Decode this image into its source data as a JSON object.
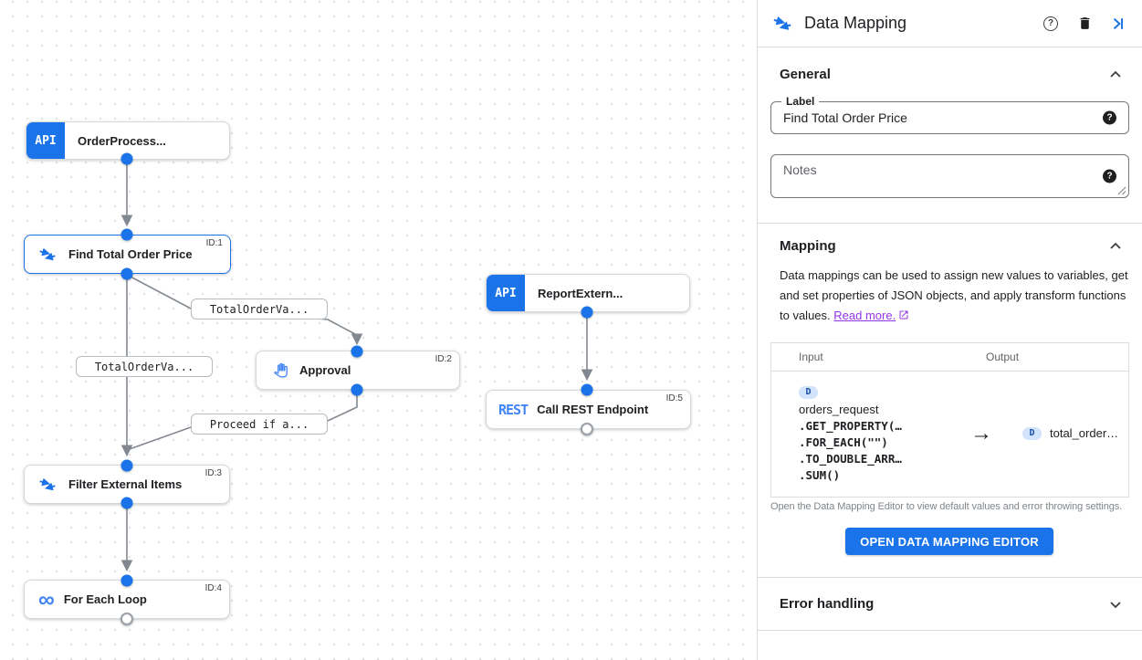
{
  "canvas": {
    "nodes": [
      {
        "type": "api-trigger",
        "badge": "API",
        "label": "OrderProcess...",
        "id_label": ""
      },
      {
        "type": "data-mapping",
        "label": "Find Total Order Price",
        "id_label": "ID:1"
      },
      {
        "type": "approval",
        "label": "Approval",
        "id_label": "ID:2"
      },
      {
        "type": "api-trigger",
        "badge": "API",
        "label": "ReportExtern...",
        "id_label": ""
      },
      {
        "type": "rest",
        "badge": "REST",
        "label": "Call REST Endpoint",
        "id_label": "ID:5"
      },
      {
        "type": "data-mapping",
        "label": "Filter External Items",
        "id_label": "ID:3"
      },
      {
        "type": "loop",
        "badge": "∞",
        "label": "For Each Loop",
        "id_label": "ID:4"
      }
    ],
    "edge_labels": [
      {
        "text": "TotalOrderVa..."
      },
      {
        "text": "TotalOrderVa..."
      },
      {
        "text": "Proceed if a..."
      }
    ]
  },
  "panel": {
    "title": "Data Mapping",
    "general": {
      "heading": "General",
      "label_field": {
        "label": "Label",
        "value": "Find Total Order Price"
      },
      "notes_field": {
        "placeholder": "Notes"
      }
    },
    "mapping": {
      "heading": "Mapping",
      "description": "Data mappings can be used to assign new values to variables, get and set properties of JSON objects, and apply transform functions to values.",
      "read_more": "Read more.",
      "table": {
        "input_header": "Input",
        "output_header": "Output",
        "input_badge": "D",
        "input_var": "orders_request",
        "input_lines": [
          ".GET_PROPERTY(…",
          ".FOR_EACH(\"\")",
          ".TO_DOUBLE_ARR…",
          ".SUM()"
        ],
        "arrow": "→",
        "output_badge": "D",
        "output_var": "total_order…"
      },
      "caption": "Open the Data Mapping Editor to view default values and error throwing settings.",
      "button": "OPEN DATA MAPPING EDITOR"
    },
    "error": {
      "heading": "Error handling"
    }
  },
  "colors": {
    "accent": "#1a73e8",
    "link": "#9334e6",
    "node_icon_blue": "#4285f4"
  }
}
